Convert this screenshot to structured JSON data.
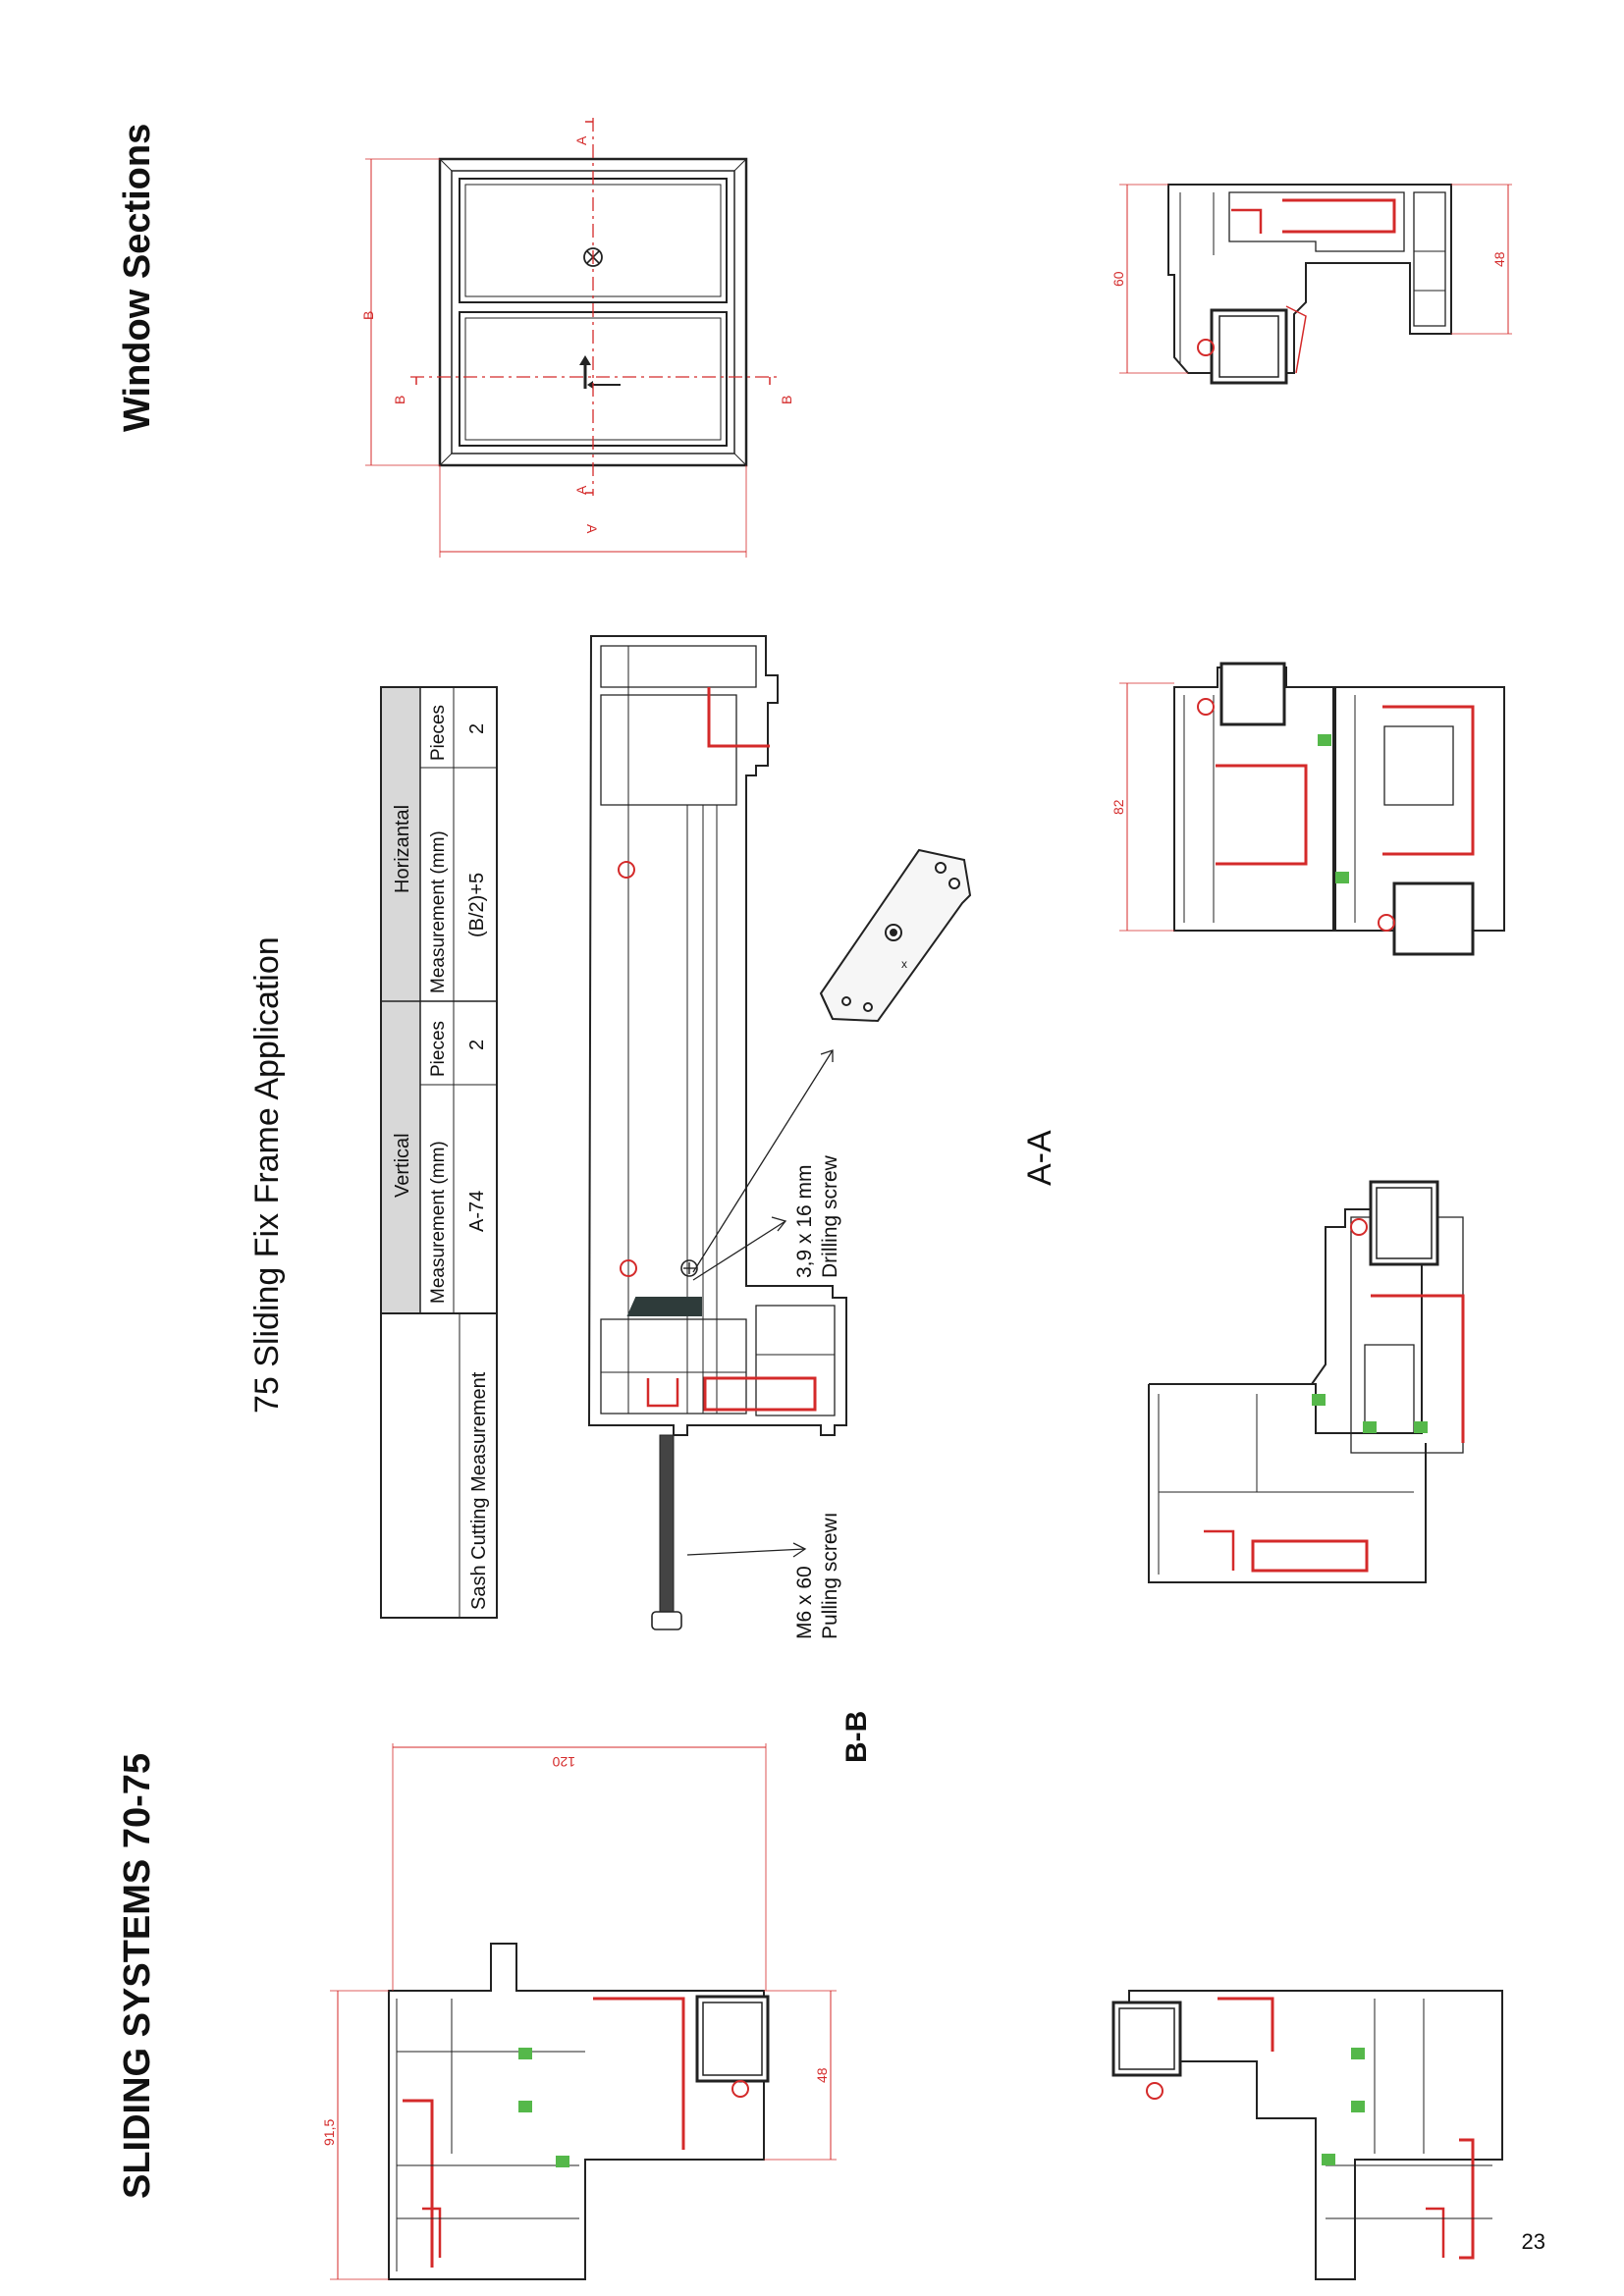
{
  "header": {
    "title_left": "SLIDING SYSTEMS 70-75",
    "title_right": "Window Sections",
    "subtitle": "75 Sliding Fix Frame Application"
  },
  "table": {
    "row_label": "Sash Cutting Measurement",
    "group_vertical": "Vertical",
    "group_horizontal": "Horizantal",
    "col_measurement": "Measurement (mm)",
    "col_pieces": "Pieces",
    "vertical_measurement": "A-74",
    "vertical_pieces": "2",
    "horizontal_measurement": "(B/2)+5",
    "horizontal_pieces": "2"
  },
  "window_diagram": {
    "dim_a": "A",
    "dim_b": "B",
    "section_a": "A",
    "section_b": "B"
  },
  "callouts": {
    "drilling_screw_size": "3,9 x 16 mm",
    "drilling_screw_name": "Drilling screw",
    "pulling_screw_size": "M6 x 60",
    "pulling_screw_name": "Pulling screwı",
    "bracket_mark": "x"
  },
  "sections": {
    "aa_label": "A-A",
    "bb_label": "B-B"
  },
  "dimensions": {
    "d60": "60",
    "d48_right": "48",
    "d82": "82",
    "d120": "120",
    "d48_left": "48",
    "d91_5": "91,5"
  },
  "colors": {
    "profile": "#222222",
    "steel": "#d42a2a",
    "gasket": "#55b84a",
    "table_header": "#d8d8d8"
  },
  "footer": {
    "page_number": "23"
  }
}
